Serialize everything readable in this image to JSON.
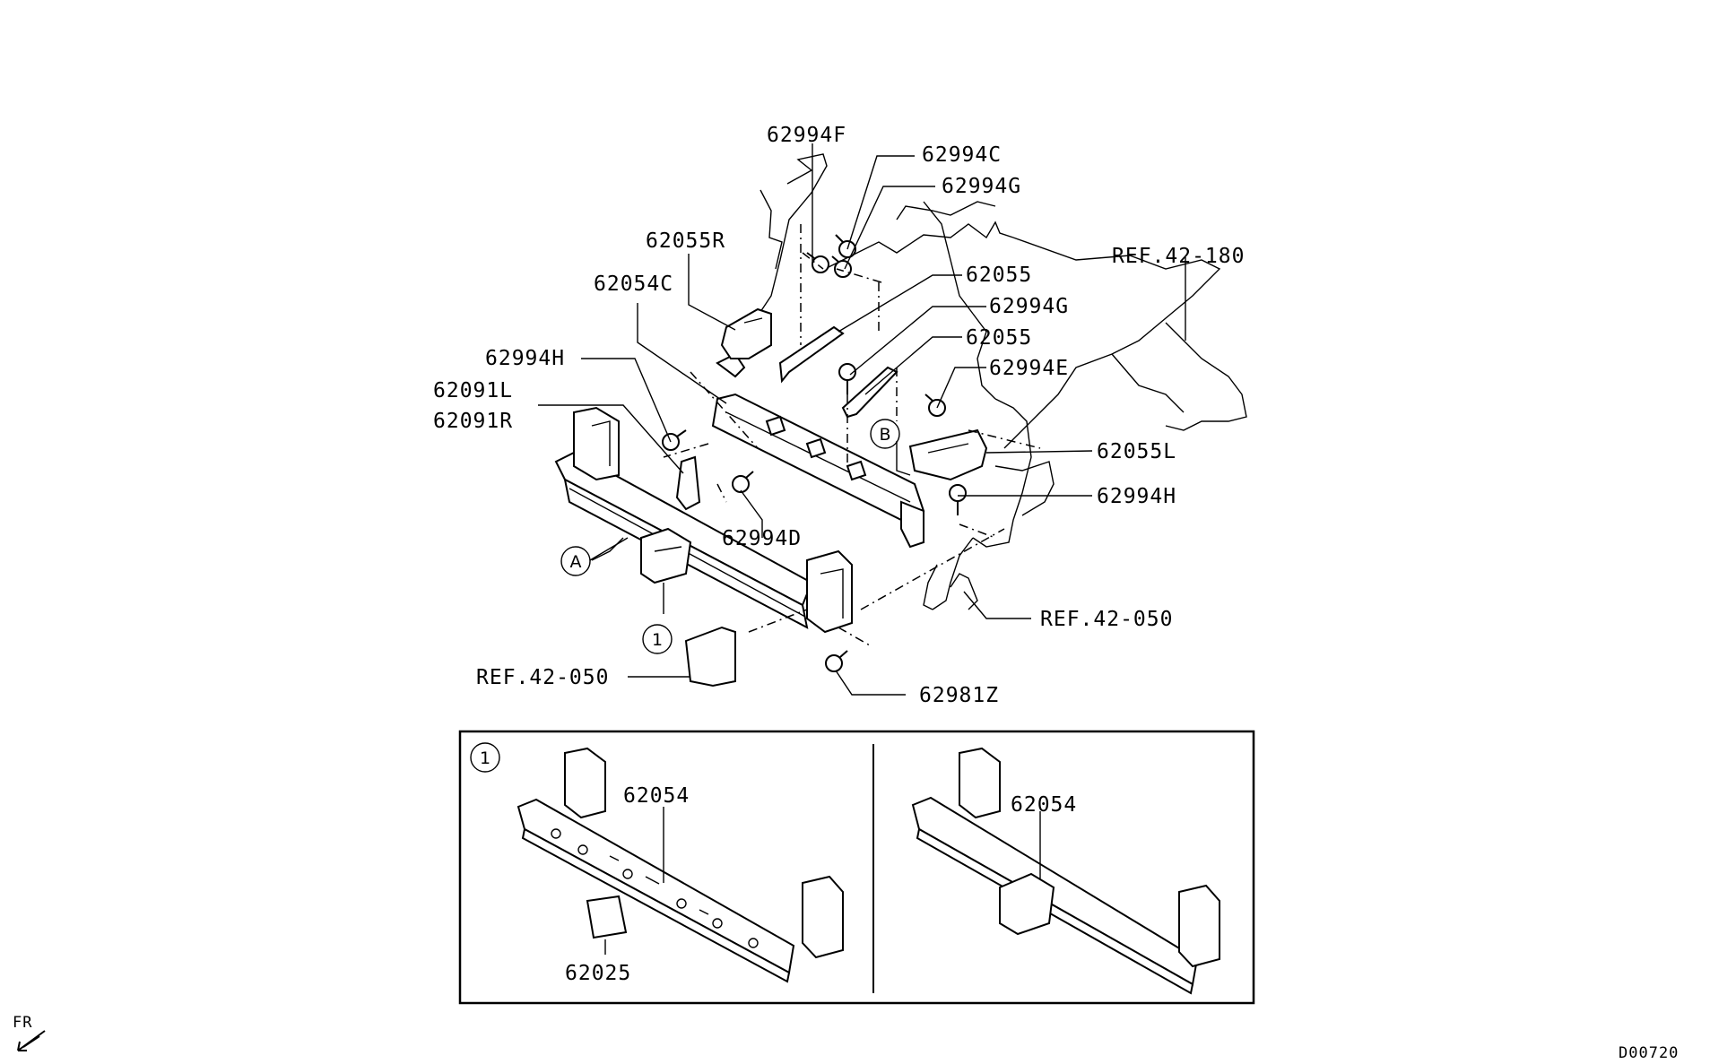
{
  "diagram": {
    "part_labels": {
      "p62994F": "62994F",
      "p62994C": "62994C",
      "p62994G_top": "62994G",
      "p62055R": "62055R",
      "p62054C": "62054C",
      "p62055_a": "62055",
      "p62994G_mid": "62994G",
      "p62055_b": "62055",
      "p62994E": "62994E",
      "p62994H_left": "62994H",
      "p62091L": "62091L",
      "p62091R": "62091R",
      "p62055L": "62055L",
      "p62994H_right": "62994H",
      "p62994D": "62994D",
      "ref42180": "REF.42-180",
      "ref42050_right": "REF.42-050",
      "ref42050_left": "REF.42-050",
      "p62981Z": "62981Z",
      "inset_62054_left": "62054",
      "inset_62025": "62025",
      "inset_62054_right": "62054"
    },
    "callouts": {
      "A": "A",
      "B": "B",
      "one_main": "1",
      "one_inset": "1"
    },
    "front_indicator": "FR",
    "drawing_code": "D00720"
  }
}
